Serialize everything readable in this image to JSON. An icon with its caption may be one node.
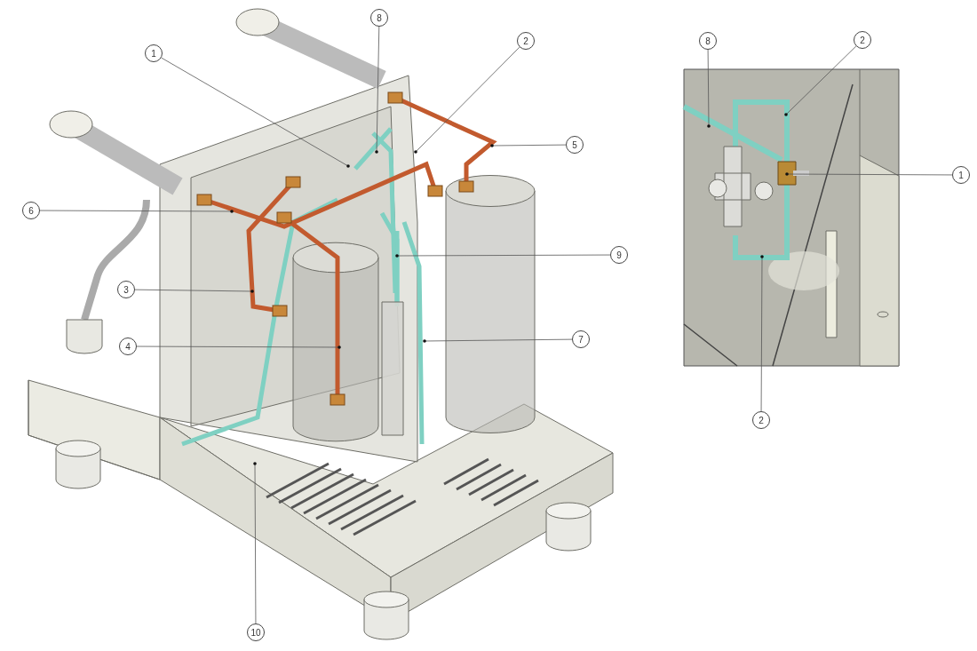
{
  "diagram": {
    "nodes": [
      {
        "text": [
          "8"
        ]
      },
      {
        "text": [
          "2"
        ]
      },
      {
        "text": [
          "2"
        ]
      },
      {
        "text": [
          "8"
        ]
      },
      {
        "text": [
          "1"
        ]
      },
      {
        "text": [
          "5"
        ]
      },
      {
        "text": [
          "1"
        ]
      },
      {
        "text": [
          "6"
        ]
      },
      {
        "text": [
          "9"
        ]
      },
      {
        "text": [
          "3"
        ]
      },
      {
        "text": [
          "7"
        ]
      },
      {
        "text": [
          "4"
        ]
      },
      {
        "text": [
          "2"
        ]
      },
      {
        "text": [
          "10"
        ]
      }
    ],
    "edges": [
      {
        "from": 0,
        "to": null,
        "arrow": "other"
      },
      {
        "from": 1,
        "to": null,
        "arrow": "other"
      },
      {
        "from": 2,
        "to": null,
        "arrow": "other"
      },
      {
        "from": 3,
        "to": null,
        "arrow": "other"
      },
      {
        "from": 4,
        "to": null,
        "arrow": "other"
      },
      {
        "from": 5,
        "to": null,
        "arrow": "other"
      },
      {
        "from": 6,
        "to": null,
        "arrow": "other"
      },
      {
        "from": 7,
        "to": null,
        "arrow": "other"
      },
      {
        "from": 8,
        "to": null,
        "arrow": "other"
      },
      {
        "from": 9,
        "to": null,
        "arrow": "other"
      },
      {
        "from": 10,
        "to": null,
        "arrow": "other"
      },
      {
        "from": 11,
        "to": null,
        "arrow": "other"
      },
      {
        "from": 12,
        "to": null,
        "arrow": "other"
      },
      {
        "from": 13,
        "to": null,
        "arrow": "other"
      }
    ]
  }
}
